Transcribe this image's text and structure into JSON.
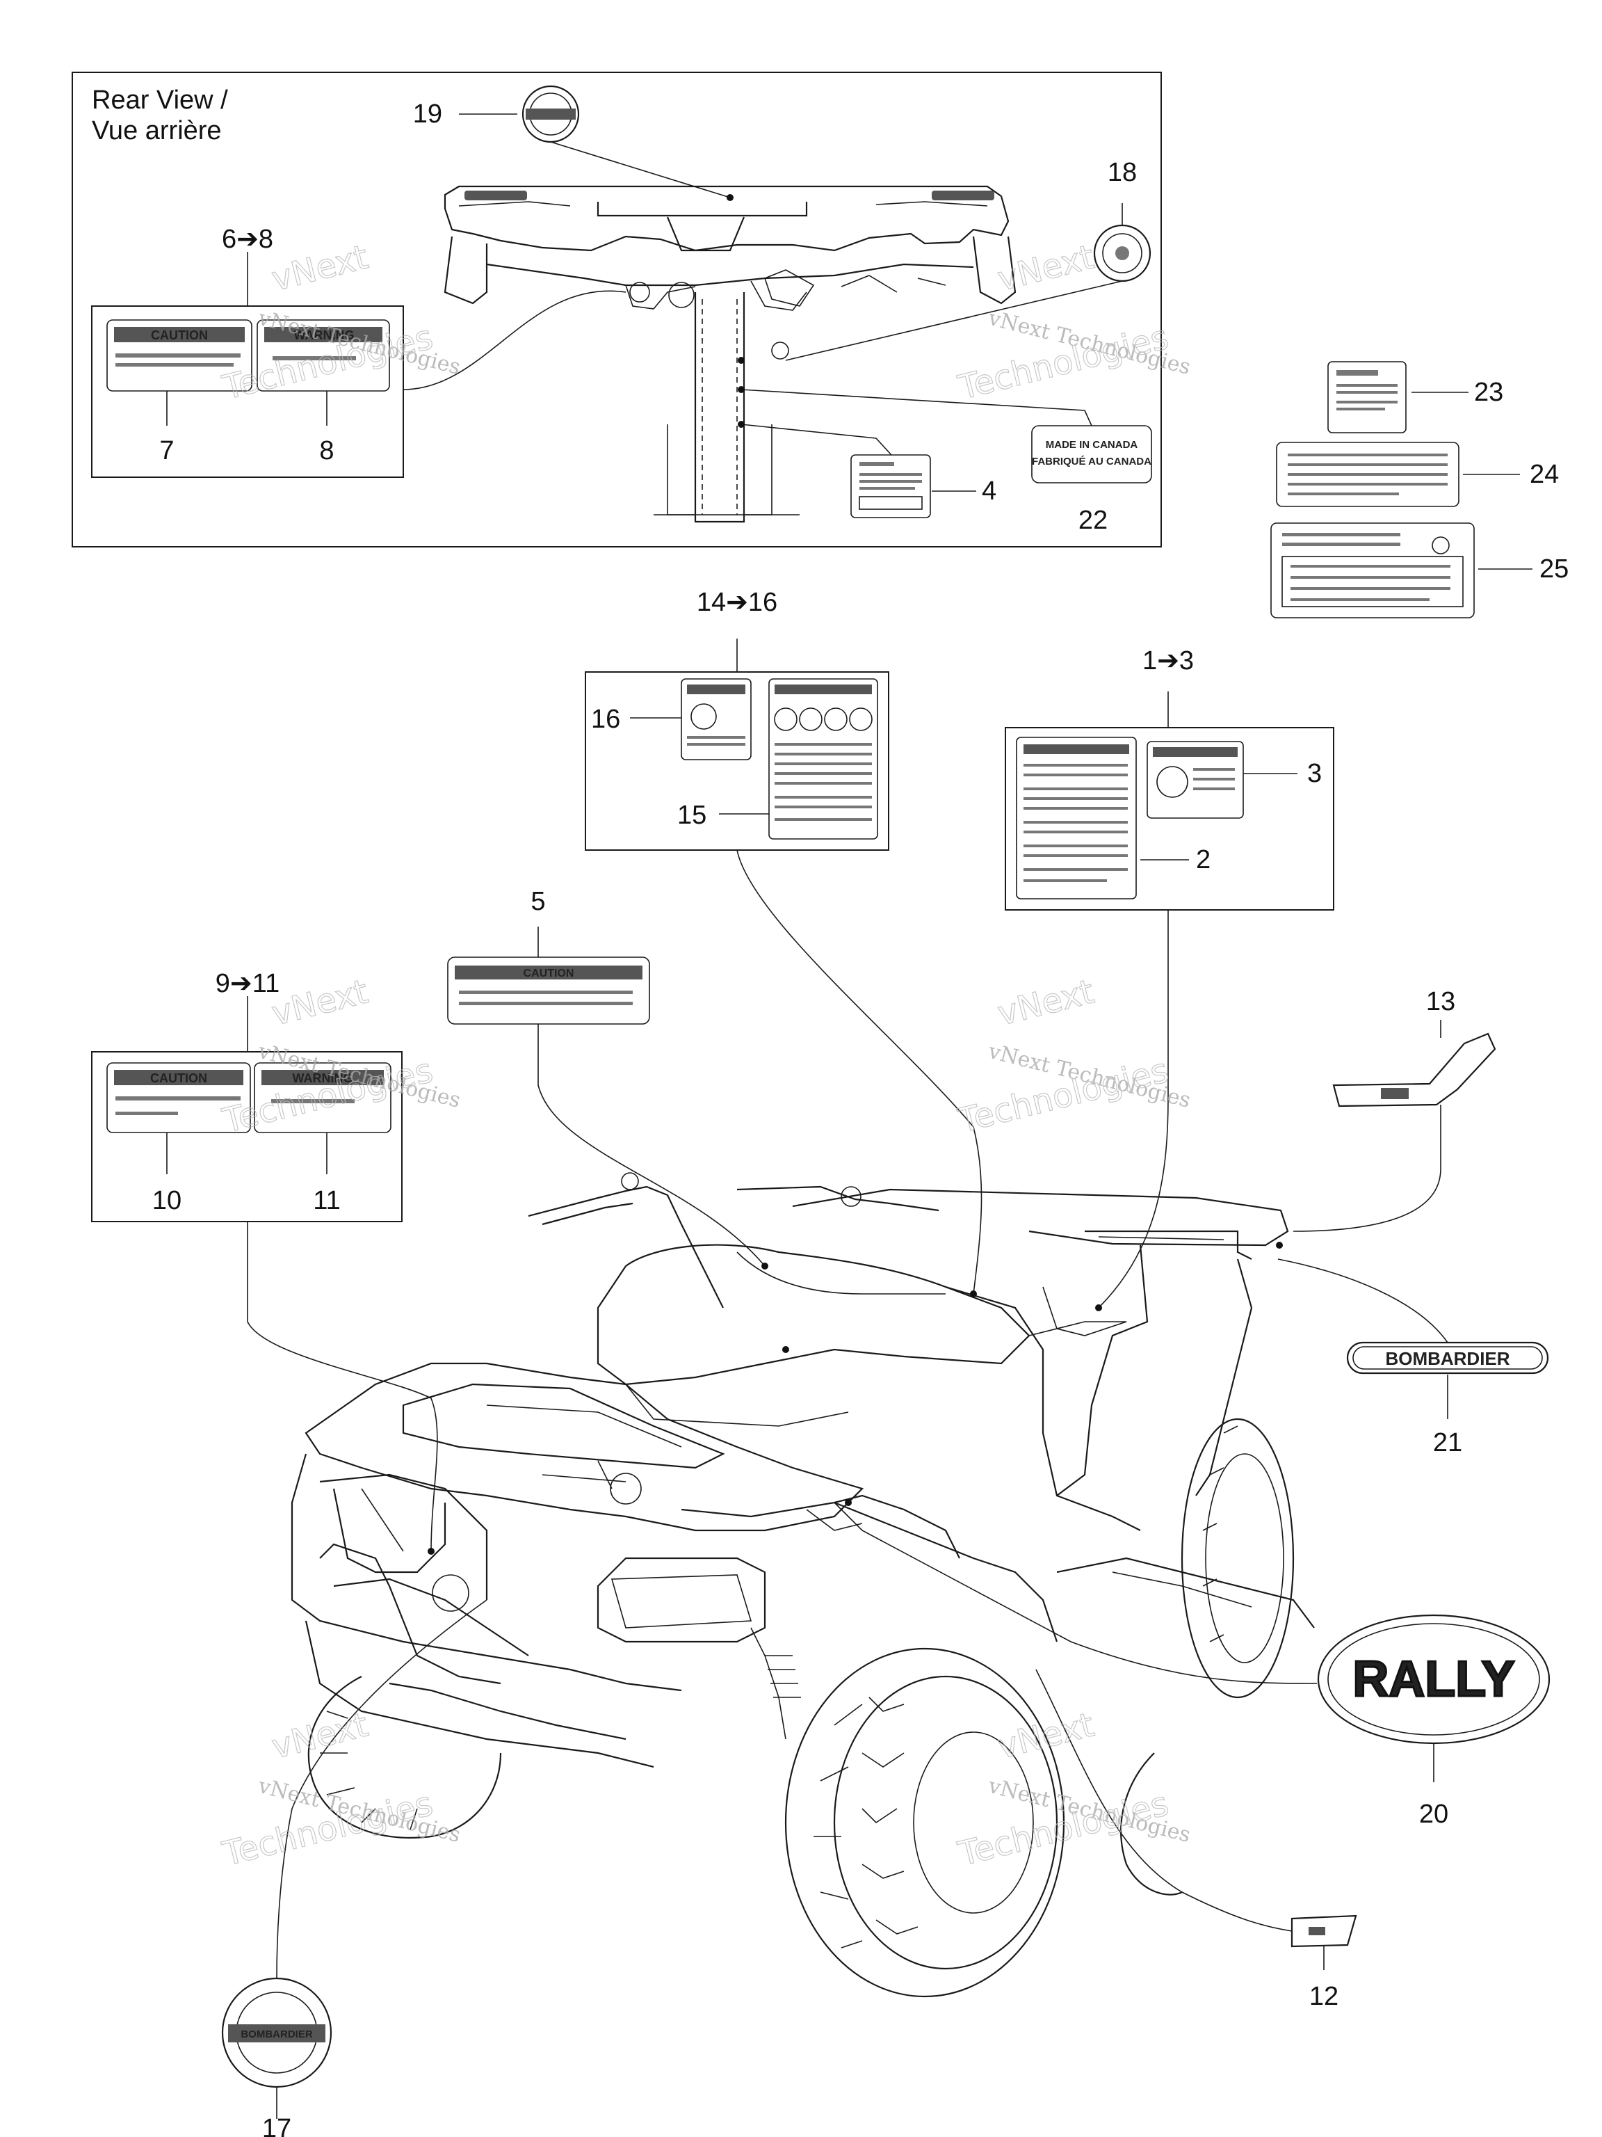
{
  "rear_view_title": [
    "Rear View /",
    "Vue arrière"
  ],
  "callouts": {
    "c1_3": "1➔3",
    "c2": "2",
    "c3": "3",
    "c4": "4",
    "c5": "5",
    "c6_8": "6➔8",
    "c7": "7",
    "c8": "8",
    "c9_11": "9➔11",
    "c10": "10",
    "c11": "11",
    "c12": "12",
    "c13": "13",
    "c14_16": "14➔16",
    "c15": "15",
    "c16": "16",
    "c17": "17",
    "c18": "18",
    "c19": "19",
    "c20": "20",
    "c21": "21",
    "c22": "22",
    "c23": "23",
    "c24": "24",
    "c25": "25"
  },
  "decal_text": {
    "caution": "CAUTION",
    "warning": "WARNING",
    "made_in_canada": "MADE IN CANADA",
    "fabrique_au_canada": "FABRIQUÉ AU CANADA",
    "bombardier": "BOMBARDIER",
    "rally": "RALLY"
  },
  "watermark": {
    "line1": "vNext",
    "line2": "vNext Technologies",
    "line3": "Technologies"
  },
  "colors": {
    "line": "#1a1a1a",
    "background": "#ffffff",
    "watermark": "#aaaaaa"
  }
}
